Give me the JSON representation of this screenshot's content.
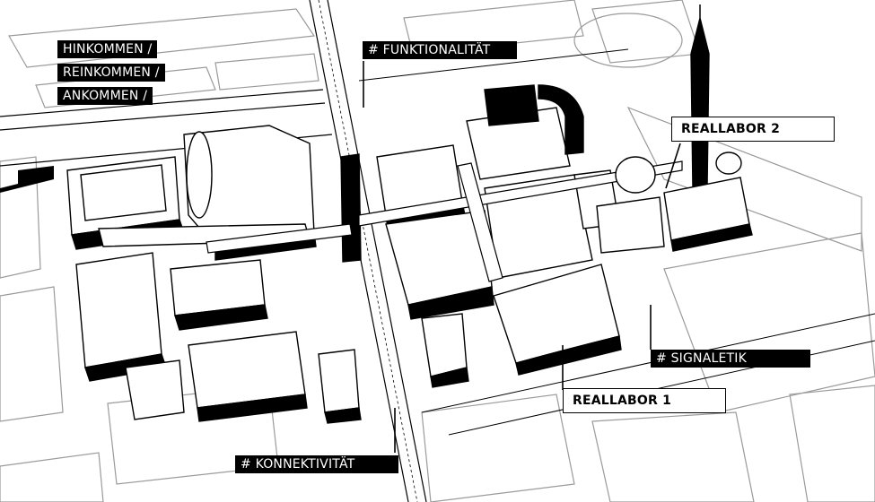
{
  "labels": {
    "hinkommen": "HINKOMMEN /",
    "reinkommen": "REINKOMMEN /",
    "ankommen": "ANKOMMEN /",
    "funktionalitaet": "# FUNKTIONALITÄT",
    "reallabor2": "REALLABOR 2",
    "signaletik": "# SIGNALETIK",
    "reallabor1": "REALLABOR 1",
    "konnektivitaet": "# KONNEKTIVITÄT"
  },
  "colors": {
    "ink": "#000000",
    "paper": "#ffffff",
    "street": "#f5f5f5",
    "roof_line": "#555555"
  }
}
